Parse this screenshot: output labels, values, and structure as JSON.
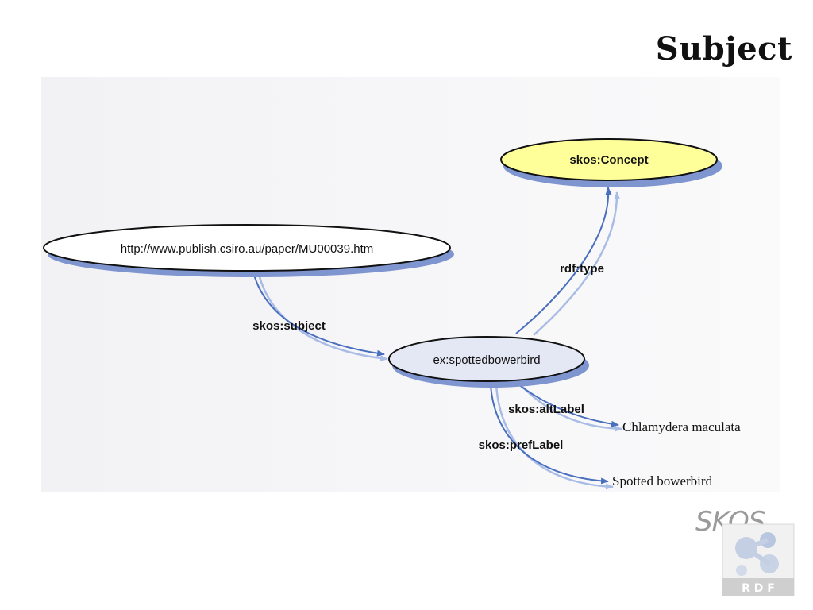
{
  "slide": {
    "title": "Subject"
  },
  "diagram": {
    "nodes": {
      "resource": "http://www.publish.csiro.au/paper/MU00039.htm",
      "concept": "ex:spottedbowerbird",
      "class": "skos:Concept"
    },
    "edges": {
      "subject": "skos:subject",
      "type": "rdf:type",
      "alt_label": "skos:altLabel",
      "pref_label": "skos:prefLabel"
    },
    "literals": {
      "alt_label": "Chlamydera maculata",
      "pref_label": "Spotted bowerbird"
    },
    "colors": {
      "class_fill": "#ffff99",
      "concept_fill": "#e3e8f4",
      "resource_fill": "#ffffff",
      "shadow": "#7f95d0",
      "arrow_dark": "#4a6fbf",
      "arrow_light": "#a9bce6"
    }
  },
  "logo": {
    "wordmark": "SKOS",
    "footer": "R D F"
  }
}
